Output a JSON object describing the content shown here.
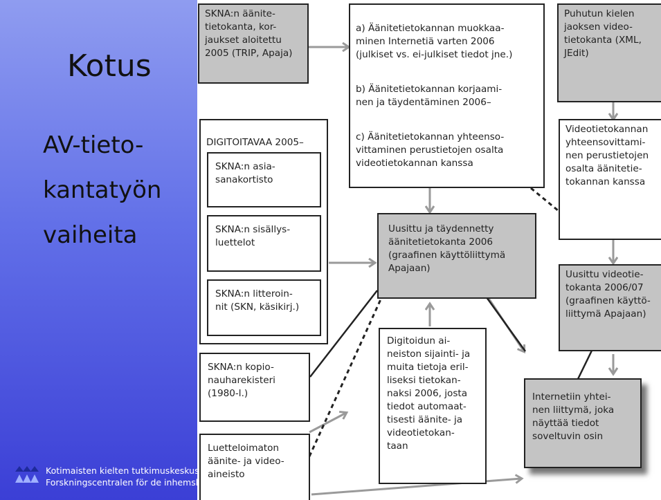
{
  "slide": {
    "title": "Kotus",
    "subtitle_lines": [
      "AV-tieto-",
      "kantatyön",
      "vaiheita"
    ],
    "footer": {
      "line1": "Kotimaisten kielten tutkimuskeskus",
      "line2": "Forskningscentralen för de inhemska språken"
    }
  },
  "diagram": {
    "boxes": {
      "skna_db": "SKNA:n äänite-\ntietokanta, kor-\njaukset aloitettu\n2005 (TRIP, Apaja)",
      "tasks_a": "a) Äänitetietokannan muokkaa-\nminen Internetiä varten 2006\n(julkiset vs. ei-julkiset tiedot jne.)",
      "tasks_b": "b) Äänitetietokannan korjaami-\nnen ja täydentäminen 2006–",
      "tasks_c": "c) Äänitetietokannan yhteenso-\nvittaminen perustietojen osalta\nvideotietokannan kanssa",
      "spoken_video": "Puhutun kielen\njaoksen video-\ntietokanta (XML,\nJEdit)",
      "digitize_header": "DIGITOITAVAA 2005–",
      "digitize_1": "SKNA:n asia-\nsanakortisto",
      "digitize_2": "SKNA:n sisällys-\nluettelot",
      "digitize_3": "SKNA:n litteroin-\nnit (SKN, käsikirj.)",
      "video_harmonize": "Videotietokannan\nyhteensovittami-\nnen perustietojen\nosalta äänitetie-\ntokannan kanssa",
      "renewed_audio": "Uusittu ja täydennetty\näänitetietokanta 2006\n(graafinen käyttöliittymä\nApajaan)",
      "renewed_video": "Uusittu videotie-\ntokanta 2006/07\n(graafinen käyttö-\nliittymä Apajaan)",
      "copy_tape": "SKNA:n kopio-\nnauharekisteri\n(1980-l.)",
      "digitized_material": "Digitoidun ai-\nneiston sijainti- ja\nmuita tietoja eril-\nliseksi tietokan-\nnaksi 2006, josta\ntiedot automaat-\ntisesti äänite- ja\nvideotietokan-\ntaan",
      "internet_ui": "Internetiin yhtei-\nnen liittymä, joka\nnäyttää tiedot\nsoveltuvin osin",
      "uncatalogued": "Luetteloimaton\näänite- ja video-\naineisto"
    }
  },
  "colors": {
    "sidebar_top": "#8f9cf0",
    "sidebar_bottom": "#3b3fd6",
    "gray_box": "#c4c4c4",
    "arrow": "#9a9a9a",
    "line": "#222222"
  }
}
